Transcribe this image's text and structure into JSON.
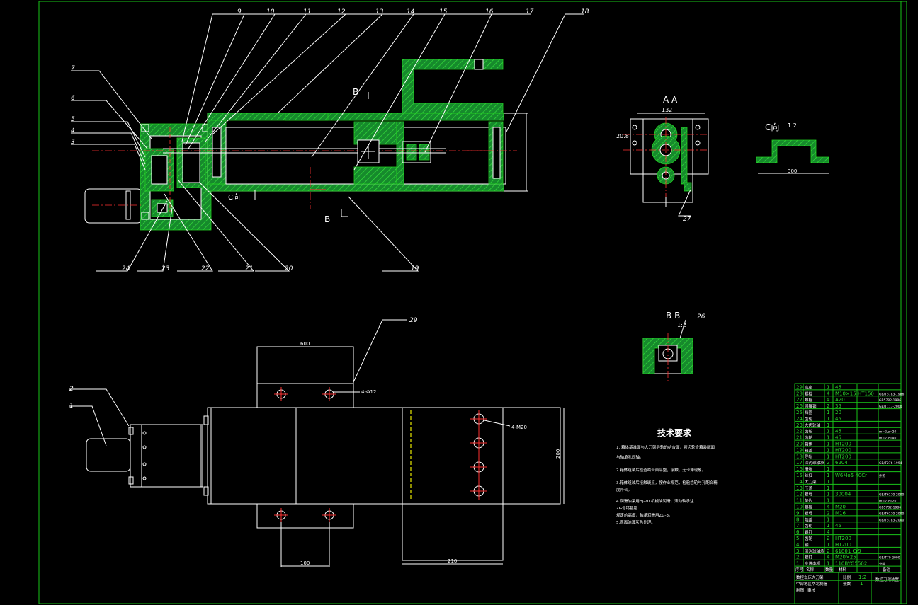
{
  "drawing": {
    "part_numbers_top": [
      "9",
      "10",
      "11",
      "12",
      "13",
      "14",
      "15",
      "16",
      "17",
      "18"
    ],
    "part_numbers_left": [
      "7",
      "6",
      "5",
      "4",
      "3"
    ],
    "part_numbers_bottom": [
      "24",
      "23",
      "22",
      "21",
      "20",
      "19"
    ],
    "part_numbers_plan": [
      "2",
      "1"
    ],
    "part_number_29": "29",
    "section_mark_b": "B",
    "c_view_mark": "C向",
    "section_aa": {
      "title": "A-A",
      "dim_top": "132",
      "dim_side": "20.8",
      "part_label": "27"
    },
    "view_c": {
      "title": "C向",
      "scale": "1:2",
      "dim": "300"
    },
    "section_bb": {
      "title": "B-B",
      "scale": "1:2",
      "part_label": "26"
    },
    "plan_view": {
      "dim_top": "600",
      "dim_bottom_left": "100",
      "dim_bottom_right": "210",
      "dim_right": "200",
      "hole_note_top": "4-Φ12",
      "hole_note_right": "4-M20"
    },
    "tech_requirements": {
      "title": "技术要求",
      "items": [
        "1. 箱体基准面与大刀架导轨的结合面，按齿轮合箱装配面",
        "   与轴承孔同轴。",
        "2.箱体组装后检查啮合面平整，接触，无卡滞现象。",
        "3.箱体组装后接触斑点，按作业规范，检验齿轮与孔配合精",
        "  度符合。",
        "4.润滑油采用HJ-20 机械油润滑，滚动轴承注",
        "  ZG号钙基脂",
        "   规定的高度，轴承润滑用ZG-3。",
        "5.表面涂漆灰色处理。"
      ]
    }
  },
  "title_block": {
    "rows": [
      {
        "no": "29",
        "name": "底座",
        "qty": "1",
        "mat": "45",
        "std": ""
      },
      {
        "no": "28",
        "name": "螺栓",
        "qty": "4",
        "mat": "M10×15 HT150",
        "std": "GB/T5783-1986"
      },
      {
        "no": "27",
        "name": "螺栓",
        "qty": "4",
        "mat": "A20",
        "std": "GB5782-1986"
      },
      {
        "no": "26",
        "name": "圆锥销",
        "qty": "2",
        "mat": "35",
        "std": "GB/T117-2000"
      },
      {
        "no": "25",
        "name": "挡圈",
        "qty": "1",
        "mat": "20",
        "std": ""
      },
      {
        "no": "24",
        "name": "齿轮",
        "qty": "1",
        "mat": "45",
        "std": ""
      },
      {
        "no": "23",
        "name": "大齿轮轴",
        "qty": "1",
        "mat": "",
        "std": ""
      },
      {
        "no": "22",
        "name": "齿轮",
        "qty": "1",
        "mat": "45",
        "std": "m=2,z=20"
      },
      {
        "no": "21",
        "name": "齿轮",
        "qty": "1",
        "mat": "45",
        "std": "m=2,z=40"
      },
      {
        "no": "20",
        "name": "箱体",
        "qty": "1",
        "mat": "HT200",
        "std": ""
      },
      {
        "no": "19",
        "name": "箱盖",
        "qty": "1",
        "mat": "HT200",
        "std": ""
      },
      {
        "no": "18",
        "name": "导轨",
        "qty": "1",
        "mat": "HT200",
        "std": ""
      },
      {
        "no": "17",
        "name": "深沟球轴承",
        "qty": "2",
        "mat": "6204",
        "std": "GB/T276-1994"
      },
      {
        "no": "16",
        "name": "滑块",
        "qty": "1",
        "mat": "",
        "std": ""
      },
      {
        "no": "15",
        "name": "丝杠",
        "qty": "1",
        "mat": "W6Mo5 40Cr",
        "std": "外购"
      },
      {
        "no": "14",
        "name": "大刀架",
        "qty": "1",
        "mat": "",
        "std": ""
      },
      {
        "no": "13",
        "name": "压盖",
        "qty": "1",
        "mat": "",
        "std": ""
      },
      {
        "no": "12",
        "name": "螺母",
        "qty": "1",
        "mat": "30004",
        "std": "GB/T6170-2000"
      },
      {
        "no": "11",
        "name": "垫片",
        "qty": "1",
        "mat": "",
        "std": "m=2,z=20"
      },
      {
        "no": "10",
        "name": "螺栓",
        "qty": "4",
        "mat": "M20",
        "std": "GB5782-1986"
      },
      {
        "no": "9",
        "name": "螺母",
        "qty": "2",
        "mat": "M16",
        "std": "GB/T6170-2000"
      },
      {
        "no": "8",
        "name": "端盖",
        "qty": "1",
        "mat": "",
        "std": "GB/T5783-2000"
      },
      {
        "no": "7",
        "name": "齿轮",
        "qty": "1",
        "mat": "45",
        "std": ""
      },
      {
        "no": "6",
        "name": "螺钉",
        "qty": "4",
        "mat": "",
        "std": ""
      },
      {
        "no": "5",
        "name": "齿轮",
        "qty": "2",
        "mat": "HT200",
        "std": ""
      },
      {
        "no": "4",
        "name": "轴",
        "qty": "1",
        "mat": "HT200",
        "std": ""
      },
      {
        "no": "3",
        "name": "深沟球轴承",
        "qty": "2",
        "mat": "61801 Cr9",
        "std": ""
      },
      {
        "no": "2",
        "name": "螺钉",
        "qty": "4",
        "mat": "M20×25",
        "std": "GB/T70-2000"
      },
      {
        "no": "1",
        "name": "步进电机",
        "qty": "1",
        "mat": "110BYG5502",
        "std": "外购"
      }
    ],
    "header": {
      "no": "序号",
      "name": "名称",
      "qty": "数量",
      "mat": "材料",
      "std": "备注"
    },
    "footer": {
      "drawing_name": "数控车床大刀架",
      "org": "中部地区华北制造",
      "scale_label": "比例",
      "scale": "1:2",
      "sheet_label": "张数",
      "sheet": "1",
      "drawn_label": "制图",
      "checked_label": "审核",
      "drawing_no": "数控刀架装置"
    }
  }
}
